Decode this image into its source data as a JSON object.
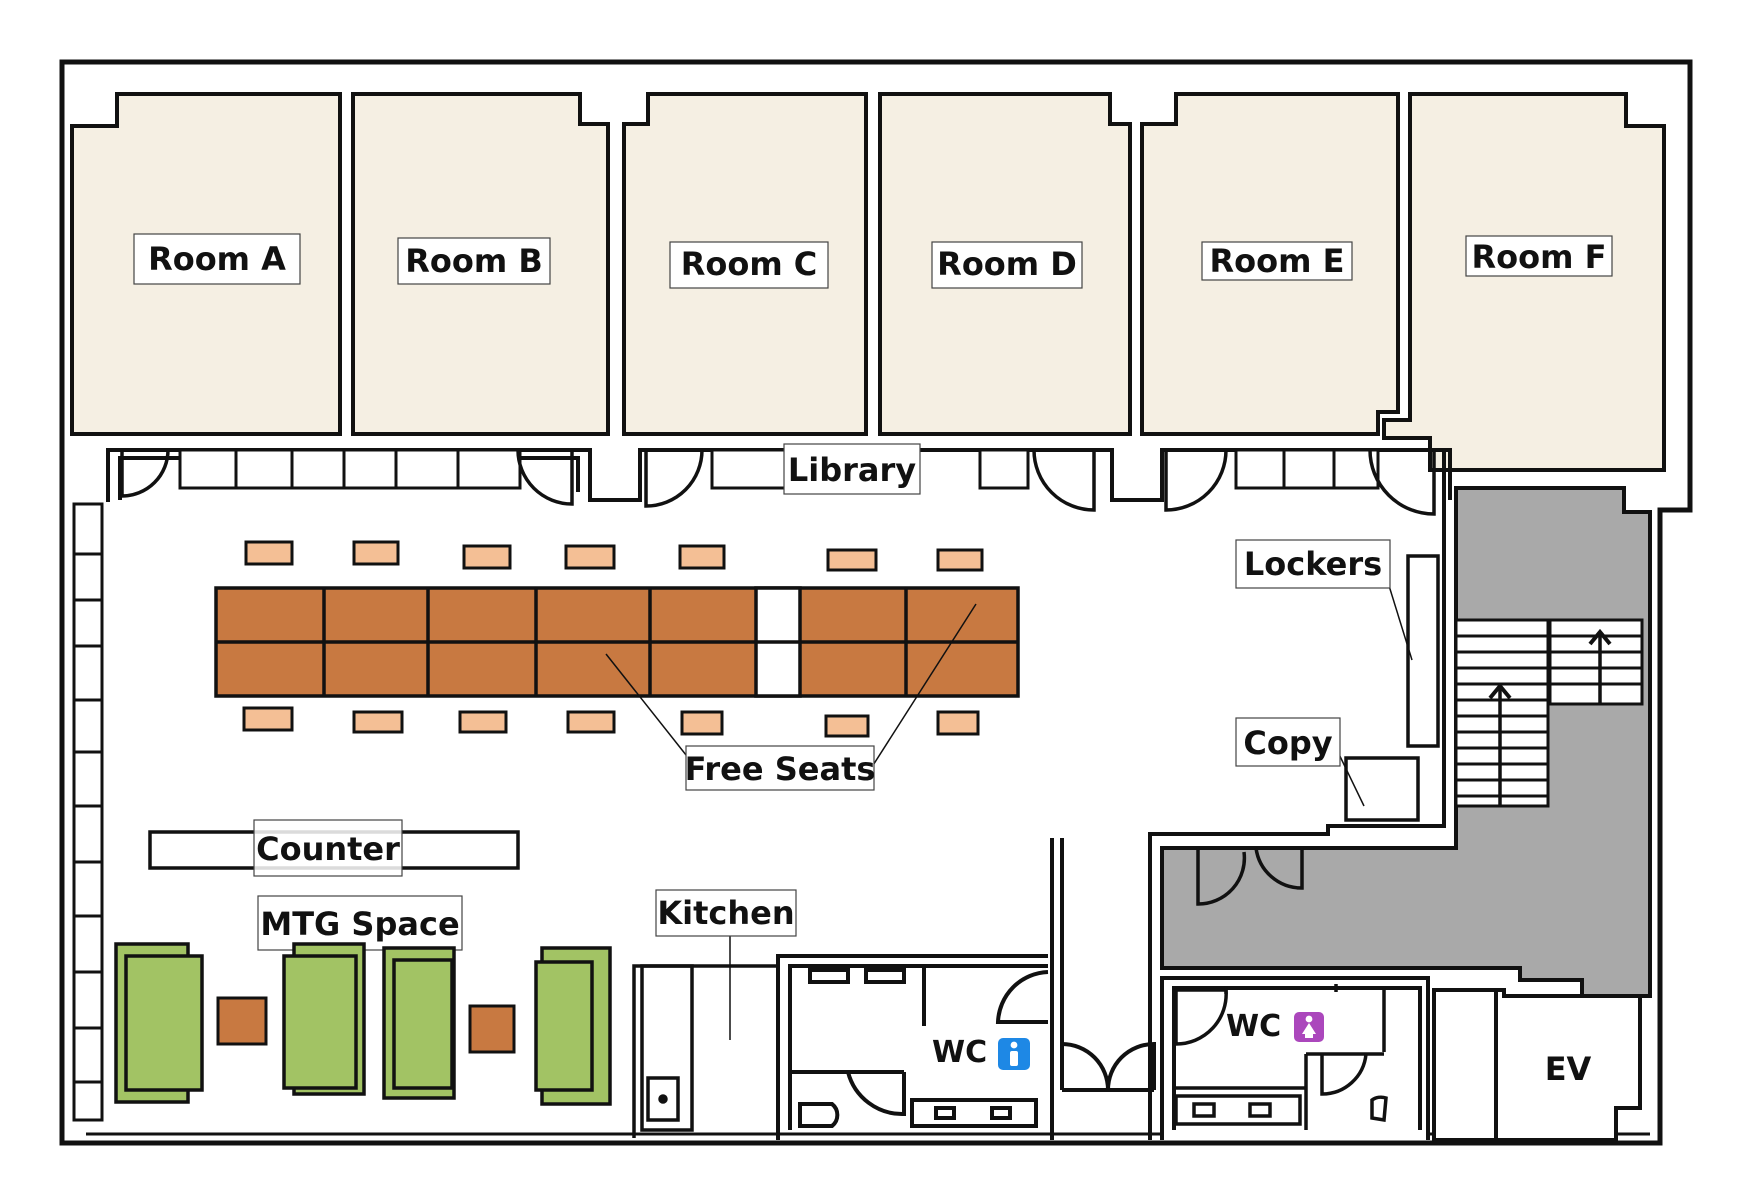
{
  "floor_plan": {
    "rooms": [
      {
        "label": "Room A"
      },
      {
        "label": "Room B"
      },
      {
        "label": "Room C"
      },
      {
        "label": "Room D"
      },
      {
        "label": "Room E"
      },
      {
        "label": "Room F"
      }
    ],
    "areas": {
      "library": "Library",
      "lockers": "Lockers",
      "copy": "Copy",
      "free_seats": "Free Seats",
      "counter": "Counter",
      "mtg_space": "MTG Space",
      "kitchen": "Kitchen",
      "wc_men": "WC",
      "wc_women": "WC",
      "elevator": "EV"
    },
    "icons": {
      "wc_men": "man-restroom-icon",
      "wc_women": "woman-restroom-icon"
    },
    "colors": {
      "room_fill": "#f5efe3",
      "table": "#c87941",
      "chair": "#f4bf95",
      "sofa": "#a2c364",
      "service_area": "#a9a9a9",
      "wall": "#111111",
      "men_icon": "#1e88e5",
      "women_icon": "#ab47bc"
    }
  }
}
